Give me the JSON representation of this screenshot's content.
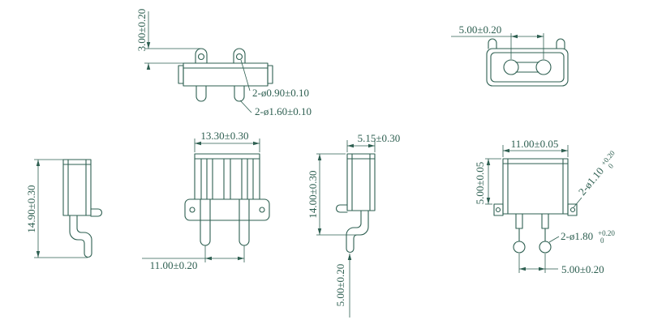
{
  "drawing": {
    "background": "#ffffff",
    "line_color": "#2e5f51",
    "views": {
      "top": {
        "dim_pin_height": "3.00±0.20",
        "callout_small_hole": "2-ø0.90±0.10",
        "callout_large_pin": "2-ø1.60±0.10"
      },
      "face": {
        "dim_contact_pitch": "5.00±0.20"
      },
      "side_left": {
        "dim_total_height": "14.90±0.30"
      },
      "front": {
        "dim_body_width": "13.30±0.30",
        "dim_leg_pitch": "11.00±0.20"
      },
      "side_right": {
        "dim_body_depth": "5.15±0.30",
        "dim_body_height": "14.00±0.30",
        "dim_tip_length": "5.00±0.20"
      },
      "bottom": {
        "dim_body_width": "11.00±0.05",
        "dim_body_depth": "5.00±0.05",
        "callout_small_hole": "2-ø1.10",
        "callout_small_hole_tol_upper": "+0.20",
        "callout_small_hole_tol_lower": "0",
        "callout_large_hole": "2-ø1.80",
        "callout_large_hole_tol_upper": "+0.20",
        "callout_large_hole_tol_lower": "0",
        "dim_hole_pitch": "5.00±0.20"
      }
    }
  }
}
